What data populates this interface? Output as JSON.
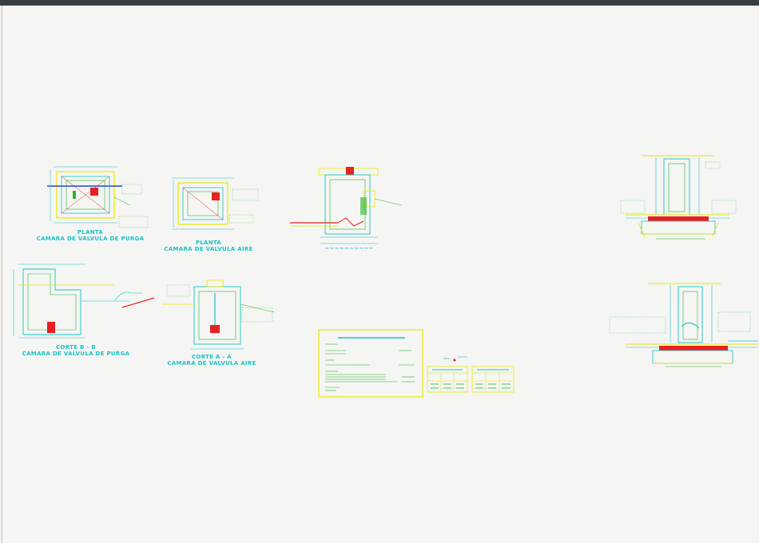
{
  "app": {
    "type": "CAD drawing viewer"
  },
  "drawing": {
    "sheet_color": "#f5f5f4",
    "line_colors": {
      "outline": "#e8e800",
      "cyan": "#18c4c4",
      "green": "#26b826",
      "red": "#e82020",
      "magenta": "#d02cd0",
      "blue": "#2244dd"
    },
    "captions": {
      "plan_purge_1": "PLANTA",
      "plan_purge_2": "CAMARA DE VALVULA DE PURGA",
      "plan_air_1": "PLANTA",
      "plan_air_2": "CAMARA DE VALVULA AIRE",
      "cut_bb_1": "CORTE   B - B",
      "cut_bb_2": "CAMARA DE VALVULA DE PURGA",
      "cut_aa_1": "CORTE   A - A",
      "cut_aa_2": "CAMARA DE VALVULA AIRE"
    }
  }
}
